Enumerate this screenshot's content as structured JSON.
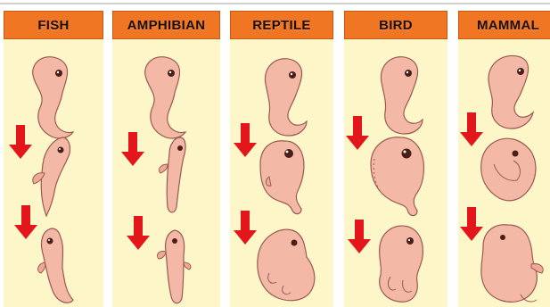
{
  "columns": [
    {
      "id": "fish",
      "label": "FISH"
    },
    {
      "id": "amphibian",
      "label": "AMPHIBIAN"
    },
    {
      "id": "reptile",
      "label": "REPTILE"
    },
    {
      "id": "bird",
      "label": "BIRD"
    },
    {
      "id": "mammal",
      "label": "MAMMAL"
    }
  ],
  "colors": {
    "header_bg": "#f07623",
    "panel_bg": "#fdf6c8",
    "embryo_fill": "#f4b8a6",
    "embryo_shade": "#e7988a",
    "embryo_outline": "#9a5a52",
    "arrow": "#e3161c"
  },
  "stages_per_column": 3
}
